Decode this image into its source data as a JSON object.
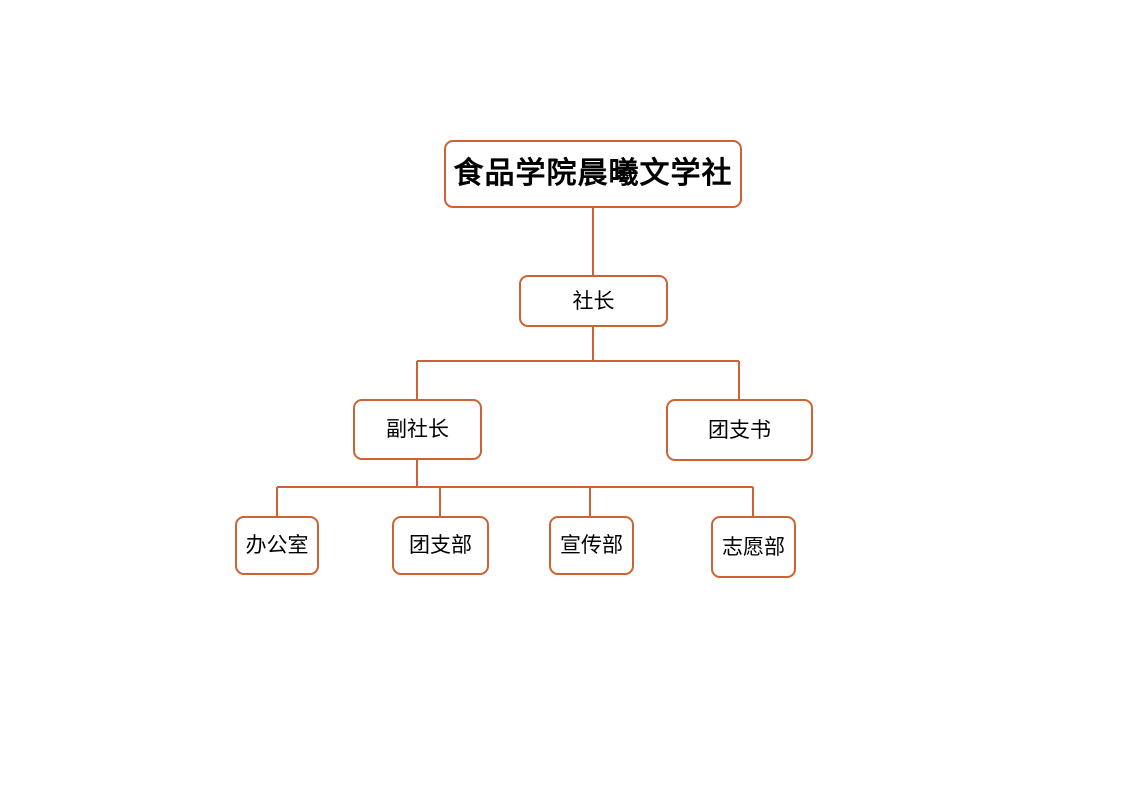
{
  "canvas": {
    "background_color": "#ffffff",
    "line_color": "#cf6232",
    "text_color": "#000000"
  },
  "chart_data": {
    "type": "diagram",
    "diagram_type": "organization-chart",
    "orientation": "top-down",
    "title": "食品学院晨曦文学社",
    "nodes": [
      {
        "id": "root",
        "label": "食品学院晨曦文学社",
        "level": 0,
        "parent": null
      },
      {
        "id": "n1",
        "label": "社长",
        "level": 1,
        "parent": "root"
      },
      {
        "id": "n2a",
        "label": "副社长",
        "level": 2,
        "parent": "n1"
      },
      {
        "id": "n2b",
        "label": "团支书",
        "level": 2,
        "parent": "n1"
      },
      {
        "id": "n3a",
        "label": "办公室",
        "level": 3,
        "parent": "n2a"
      },
      {
        "id": "n3b",
        "label": "团支部",
        "level": 3,
        "parent": "n2a"
      },
      {
        "id": "n3c",
        "label": "宣传部",
        "level": 3,
        "parent": "n2a"
      },
      {
        "id": "n3d",
        "label": "志愿部",
        "level": 3,
        "parent": "n2a"
      }
    ],
    "edges": [
      {
        "from": "root",
        "to": "n1"
      },
      {
        "from": "n1",
        "to": "n2a"
      },
      {
        "from": "n1",
        "to": "n2b"
      },
      {
        "from": "n2a",
        "to": "n3a"
      },
      {
        "from": "n2a",
        "to": "n3b"
      },
      {
        "from": "n2a",
        "to": "n3c"
      },
      {
        "from": "n2a",
        "to": "n3d"
      }
    ]
  },
  "nodes": {
    "root": {
      "label": "食品学院晨曦文学社"
    },
    "level1": {
      "label": "社长"
    },
    "level2": [
      {
        "label": "副社长"
      },
      {
        "label": "团支书"
      }
    ],
    "level3": [
      {
        "label": "办公室"
      },
      {
        "label": "团支部"
      },
      {
        "label": "宣传部"
      },
      {
        "label": "志愿部"
      }
    ]
  }
}
